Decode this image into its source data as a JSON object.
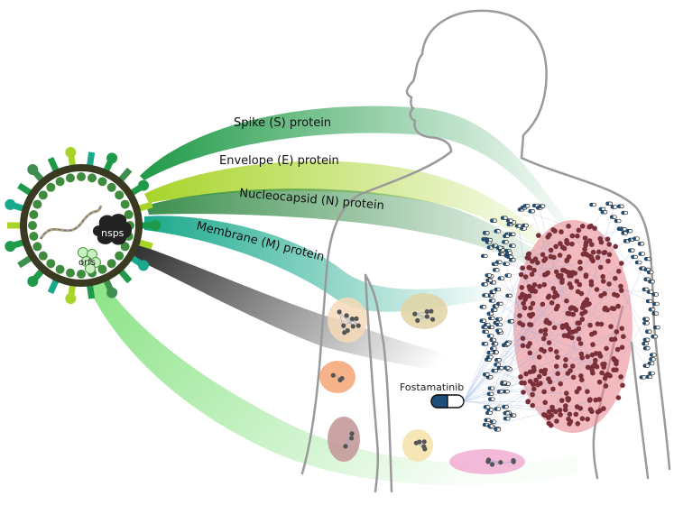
{
  "labels": {
    "spike": "Spike (S) protein",
    "envelope": "Envelope (E) protein",
    "nucleocapsid": "Nucleocapsid (N) protein",
    "membrane": "Membrane (M) protein",
    "nsps": "nsps",
    "orfs": "orfs",
    "drug": "Fostamatinib"
  },
  "colors": {
    "spike": "#1f9a48",
    "envelope": "#a8d42a",
    "nucleocapsid": "#3c8f4e",
    "membrane": "#1aa98c",
    "nsps": "#222222",
    "orfs": "#7fe07a",
    "virus_ring": "#3a3a22",
    "virus_bead": "#3f8c3f",
    "main_cluster": "#e98b95",
    "node": "#7a3038",
    "capsule_left": "#1d4f7a",
    "body_outline": "#9a9a9a"
  }
}
